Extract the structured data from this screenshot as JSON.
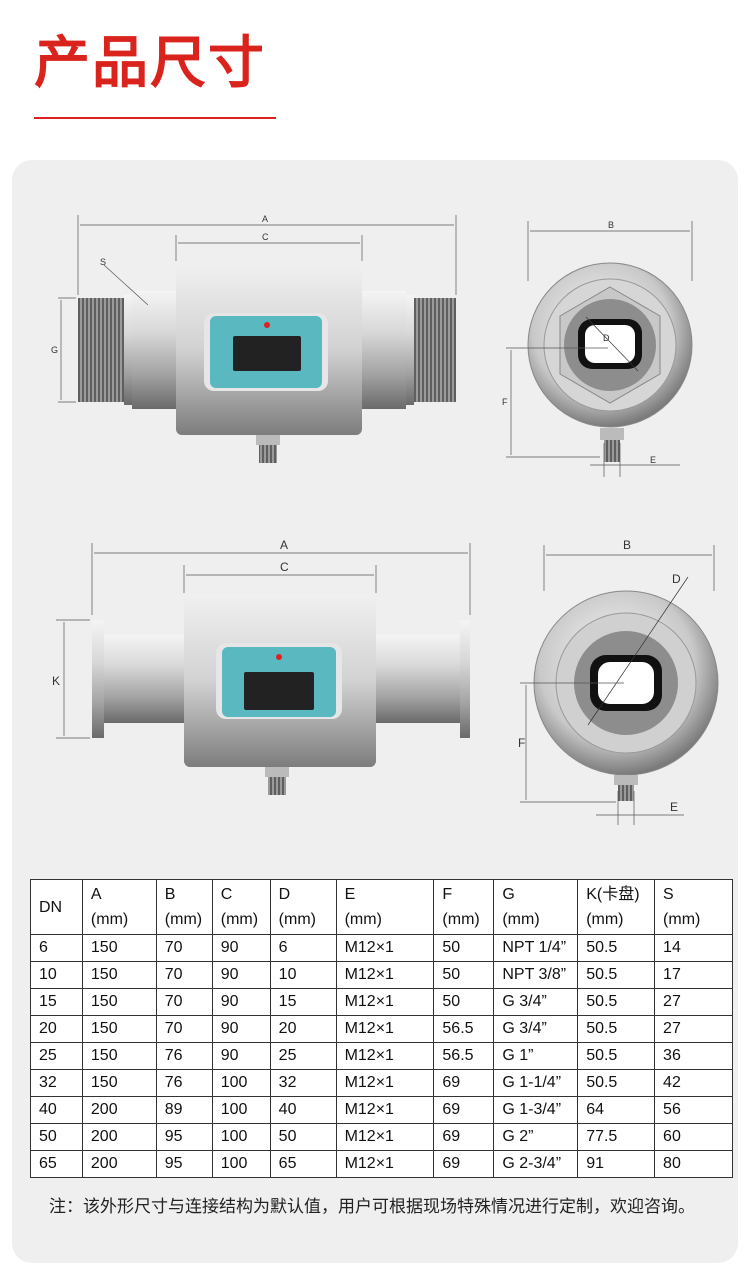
{
  "page": {
    "title": "产品尺寸"
  },
  "drawing_labels": {
    "top_front": {
      "a": "A",
      "c": "C",
      "s": "S",
      "g": "G"
    },
    "top_side": {
      "b": "B",
      "d": "D",
      "f": "F",
      "e": "E"
    },
    "bottom_front": {
      "a": "A",
      "c": "C",
      "k": "K"
    },
    "bottom_side": {
      "b": "B",
      "d": "D",
      "f": "F",
      "e": "E"
    }
  },
  "table": {
    "headers": [
      {
        "name": "DN",
        "unit": ""
      },
      {
        "name": "A",
        "unit": "(mm)"
      },
      {
        "name": "B",
        "unit": "(mm)"
      },
      {
        "name": "C",
        "unit": "(mm)"
      },
      {
        "name": "D",
        "unit": "(mm)"
      },
      {
        "name": "E",
        "unit": "(mm)"
      },
      {
        "name": "F",
        "unit": "(mm)"
      },
      {
        "name": "G",
        "unit": "(mm)"
      },
      {
        "name": "K(卡盘)",
        "unit": "(mm)"
      },
      {
        "name": "S",
        "unit": "(mm)"
      }
    ],
    "rows": [
      [
        "6",
        "150",
        "70",
        "90",
        "6",
        "M12×1",
        "50",
        "NPT 1/4”",
        "50.5",
        "14"
      ],
      [
        "10",
        "150",
        "70",
        "90",
        "10",
        "M12×1",
        "50",
        "NPT 3/8”",
        "50.5",
        "17"
      ],
      [
        "15",
        "150",
        "70",
        "90",
        "15",
        "M12×1",
        "50",
        "G 3/4”",
        "50.5",
        "27"
      ],
      [
        "20",
        "150",
        "70",
        "90",
        "20",
        "M12×1",
        "56.5",
        "G 3/4”",
        "50.5",
        "27"
      ],
      [
        "25",
        "150",
        "76",
        "90",
        "25",
        "M12×1",
        "56.5",
        "G 1”",
        "50.5",
        "36"
      ],
      [
        "32",
        "150",
        "76",
        "100",
        "32",
        "M12×1",
        "69",
        "G 1-1/4”",
        "50.5",
        "42"
      ],
      [
        "40",
        "200",
        "89",
        "100",
        "40",
        "M12×1",
        "69",
        "G 1-3/4”",
        "64",
        "56"
      ],
      [
        "50",
        "200",
        "95",
        "100",
        "50",
        "M12×1",
        "69",
        "G 2”",
        "77.5",
        "60"
      ],
      [
        "65",
        "200",
        "95",
        "100",
        "65",
        "M12×1",
        "69",
        "G 2-3/4”",
        "91",
        "80"
      ]
    ]
  },
  "note": "注：该外形尺寸与连接结构为默认值，用户可根据现场特殊情况进行定制，欢迎咨询。",
  "colors": {
    "accent": "#d9231c",
    "display_panel": "#5ab8c0",
    "screen": "#222222"
  }
}
